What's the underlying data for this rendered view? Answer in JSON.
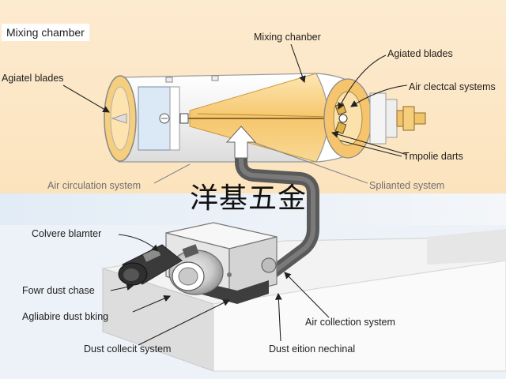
{
  "title": "Mixing chamber",
  "watermark": "洋基五金",
  "labels": {
    "mixing_chamber_top": "Mixing chanber",
    "agitated_blades_left": "Agiatel blades",
    "agitated_blades_right": "Agiated blades",
    "air_electrical_system": "Air clectcal systems",
    "tripple_darts": "Tmpolie darts",
    "air_circulation_system": "Air circulation system",
    "splinted_system": "Splianted system",
    "covered_blaster": "Colvere blamter",
    "four_dust_chase": "Fowr dust chase",
    "agitable_dust_blowing": "Agliabire dust bking",
    "dust_collect_system": "Dust collecit system",
    "air_collection_system": "Air collection system",
    "dust_edition_mechanical": "Dust eition nechinal"
  },
  "colors": {
    "chamber_fill": "#f6cf7e",
    "pipe": "#5a5a5a",
    "accent_blue": "#dbe8f5",
    "background_top": "#fde7c6"
  }
}
